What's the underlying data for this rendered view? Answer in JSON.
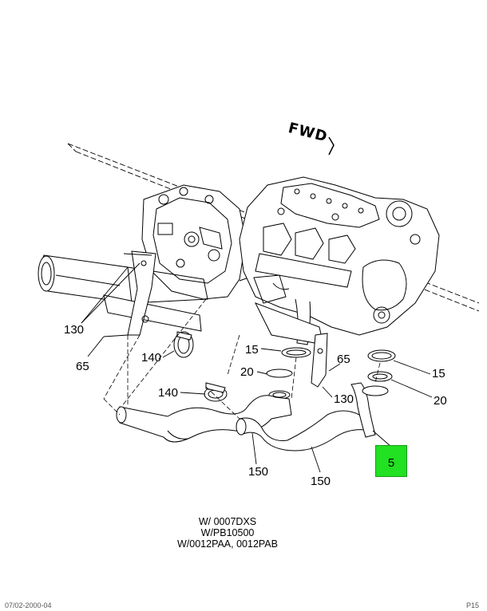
{
  "diagram": {
    "direction_marker": "FWD",
    "callouts": [
      "130",
      "65",
      "140",
      "15",
      "20",
      "65",
      "130",
      "140",
      "15",
      "20",
      "150",
      "150",
      "5"
    ],
    "highlighted_callout": "5",
    "highlight_color": "#22e022",
    "notes": [
      "W/ 0007DXS",
      "W/PB10500",
      "W/0012PAA, 0012PAB"
    ],
    "footer_left": "07/02-2000-04",
    "footer_right": "P15"
  }
}
